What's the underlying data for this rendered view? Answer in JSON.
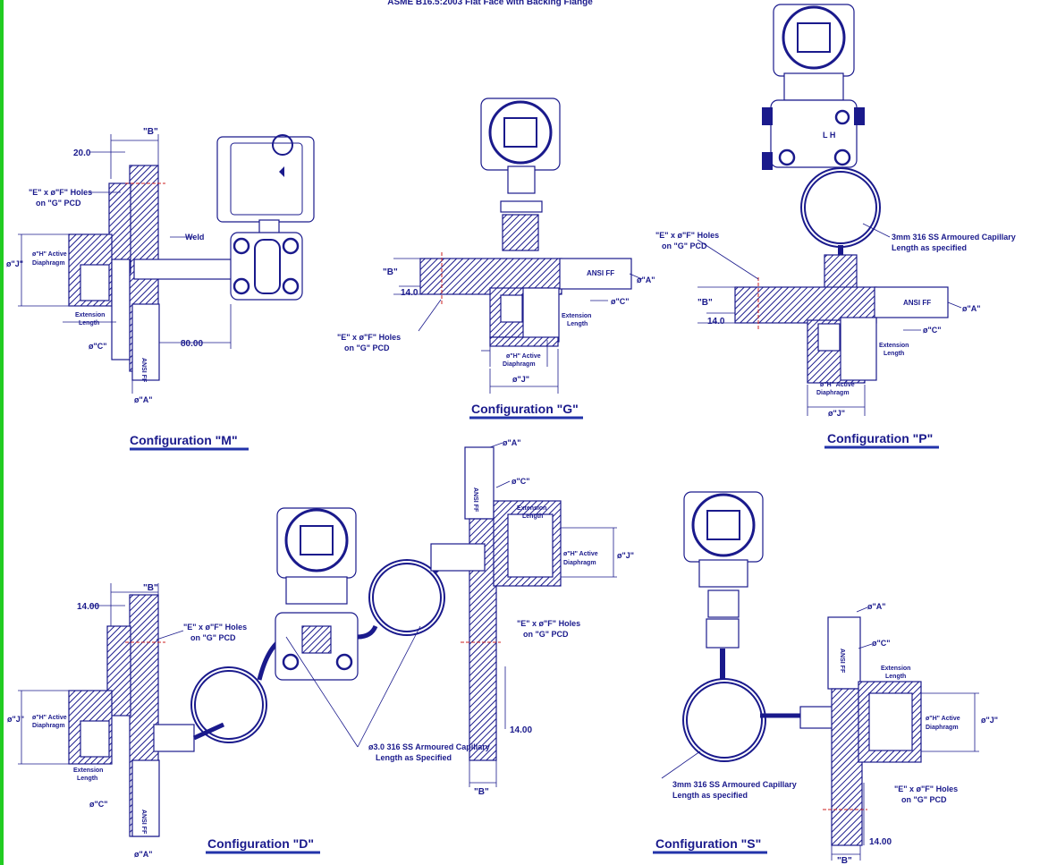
{
  "header": {
    "title": "ASME B16.5:2003 Flat Face with Backing Flange"
  },
  "labels": {
    "B": "\"B\"",
    "A": "ø\"A\"",
    "C": "ø\"C\"",
    "holes1": "\"E\" x ø\"F\" Holes",
    "holes2": "on \"G\" PCD",
    "active1": "ø\"H\" Active",
    "active2": "Diaphragm",
    "J": "ø\"J\"",
    "ext1": "Extension",
    "ext2": "Length",
    "weld": "Weld",
    "ansi": "ANSI FF",
    "d20": "20.0",
    "d80": "80.00",
    "d14": "14.0",
    "d1400": "14.00",
    "cap3mm1": "3mm 316 SS Armoured Capillary",
    "cap3mm2": "Length as specified",
    "capD1": "ø3.0 316 SS Armoured Capillary",
    "capD2": "Length as Specified"
  },
  "configurations": {
    "M": "Configuration \"M\"",
    "G": "Configuration \"G\"",
    "P": "Configuration \"P\"",
    "D": "Configuration \"D\"",
    "S": "Configuration \"S\""
  },
  "colors": {
    "ink": "#1a1a8c",
    "centerline": "#cc2222",
    "border": "#22cc22"
  }
}
